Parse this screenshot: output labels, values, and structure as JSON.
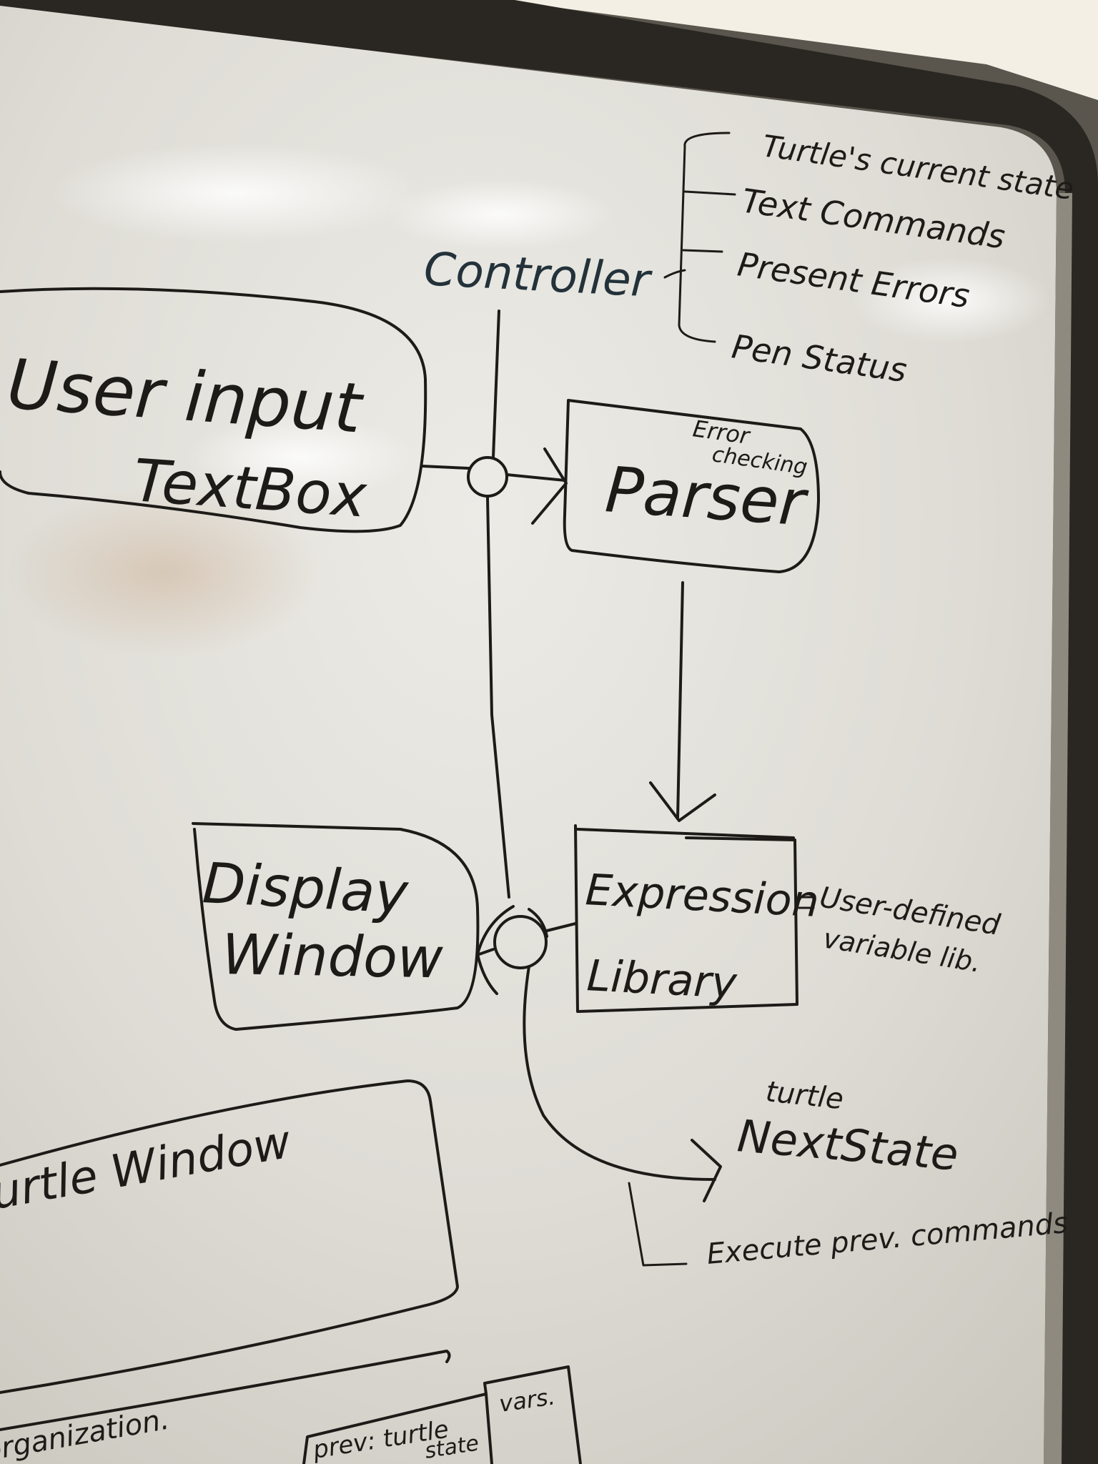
{
  "board": {
    "controller": {
      "label": "Controller",
      "responsibilities": [
        "Turtle's current state",
        "Text Commands",
        "Present Errors",
        "Pen Status"
      ]
    },
    "user_input": {
      "line1": "User input",
      "line2": "TextBox"
    },
    "parser": {
      "label": "Parser",
      "note_line1": "Error",
      "note_line2": "checking"
    },
    "expression_library": {
      "line1": "Expression",
      "line2": "Library",
      "note_line1": "User-defined",
      "note_line2": "variable lib."
    },
    "display_window": {
      "line1": "Display",
      "line2": "Window"
    },
    "turtle_next_state": {
      "line1": "turtle",
      "line2": "NextState"
    },
    "execute_note": "Execute prev. commands",
    "turtle_window": {
      "label": "Turtle Window"
    },
    "bottom_strip": {
      "label": "organization.",
      "cell_prev": "prev: turtle",
      "cell_state": "state",
      "cell_vars": "vars."
    }
  }
}
